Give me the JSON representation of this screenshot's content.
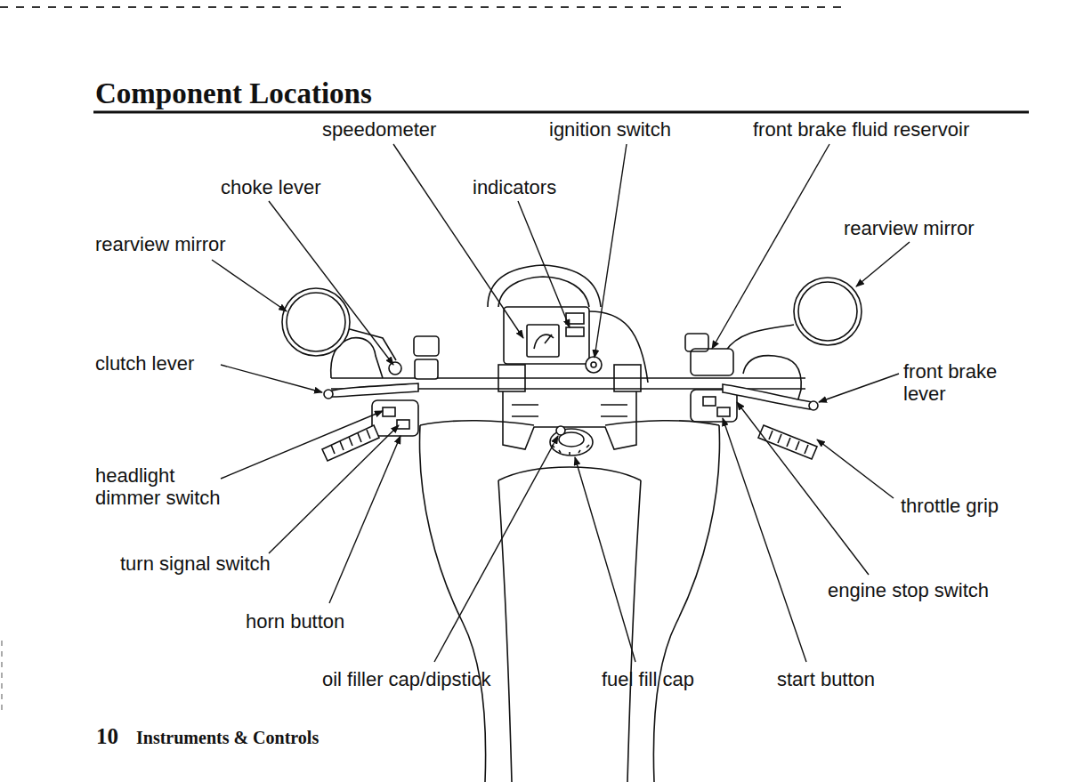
{
  "diagram": {
    "title": "Component Locations",
    "labels": [
      "speedometer",
      "ignition switch",
      "front brake fluid reservoir",
      "choke lever",
      "indicators",
      "rearview mirror",
      "rearview mirror",
      "clutch lever",
      "front brake lever",
      "headlight dimmer switch",
      "throttle grip",
      "turn signal switch",
      "engine stop switch",
      "horn button",
      "oil filler cap/dipstick",
      "fuel fill cap",
      "start button",
      "10",
      "Instruments & Controls"
    ]
  }
}
